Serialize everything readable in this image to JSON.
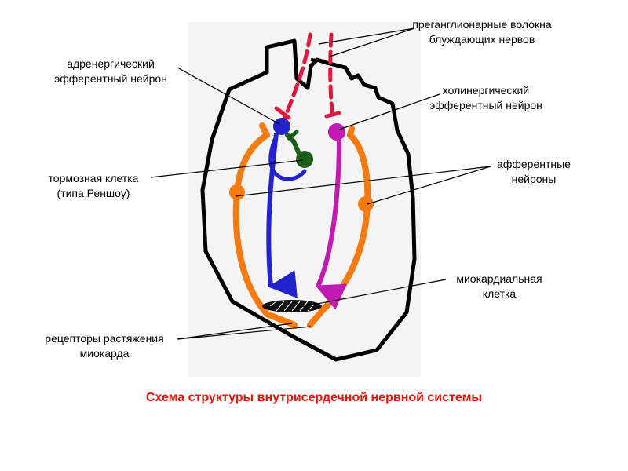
{
  "labels": {
    "preganglionic": {
      "line1": "преганглионарные волокна",
      "line2": "блуждающих нервов"
    },
    "adrenergic": {
      "line1": "адренергический",
      "line2": "эфферентный нейрон"
    },
    "cholinergic": {
      "line1": "холинергический",
      "line2": "эфферентный нейрон"
    },
    "inhibitory": {
      "line1": "тормозная клетка",
      "line2": "(типа Реншоу)"
    },
    "afferent": {
      "line1": "афферентные",
      "line2": "нейроны"
    },
    "myocardial": {
      "line1": "миокардиальная",
      "line2": "клетка"
    },
    "receptors": {
      "line1": "рецепторы растяжения",
      "line2": "миокарда"
    }
  },
  "caption": "Схема структуры внутрисердечной нервной системы",
  "colors": {
    "preganglionic": "#e0183c",
    "adrenergic": "#2323cc",
    "cholinergic": "#c41ab4",
    "inhibitory": "#1a5e1a",
    "afferent": "#f57a10",
    "outline": "#000000",
    "caption": "#e8140c"
  }
}
